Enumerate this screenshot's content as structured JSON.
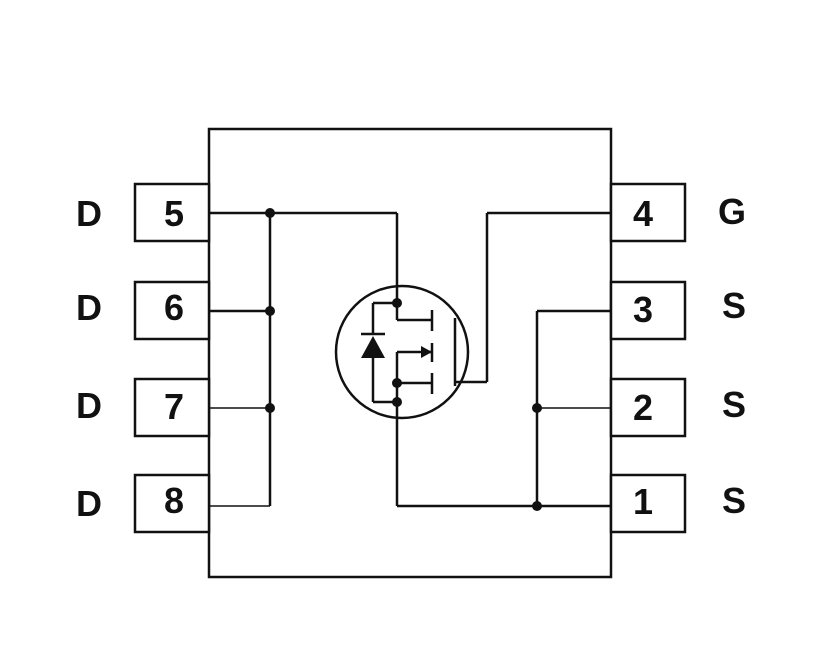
{
  "package": {
    "pins_left": [
      {
        "number": "5",
        "function": "D"
      },
      {
        "number": "6",
        "function": "D"
      },
      {
        "number": "7",
        "function": "D"
      },
      {
        "number": "8",
        "function": "D"
      }
    ],
    "pins_right": [
      {
        "number": "4",
        "function": "G"
      },
      {
        "number": "3",
        "function": "S"
      },
      {
        "number": "2",
        "function": "S"
      },
      {
        "number": "1",
        "function": "S"
      }
    ]
  },
  "colors": {
    "ink": "#111111",
    "background": "#ffffff"
  },
  "icons": {
    "transistor": "mosfet-symbol-icon",
    "diode": "body-diode-icon"
  }
}
